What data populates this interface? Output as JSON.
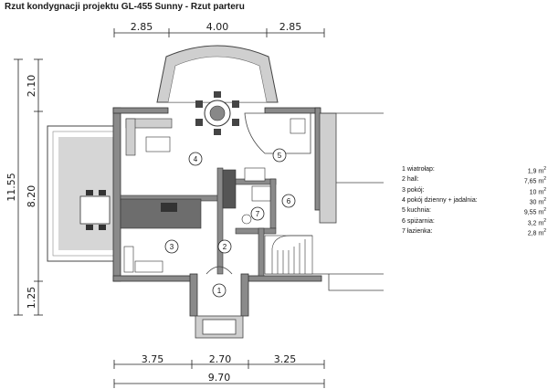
{
  "title": "Rzut kondygnacji projektu GL-455 Sunny - Rzut parteru",
  "dimensions": {
    "top": [
      "2.85",
      "4.00",
      "2.85"
    ],
    "bottom": [
      "3.75",
      "2.70",
      "3.25"
    ],
    "bottom_total": "9.70",
    "left_total": "11.55",
    "left": [
      "2.10",
      "8.20",
      "1.25"
    ]
  },
  "room_markers": [
    "1",
    "2",
    "3",
    "4",
    "5",
    "6",
    "7"
  ],
  "legend": [
    {
      "name": "1 wiatrołap:",
      "value": "1,9 m",
      "sup": "2"
    },
    {
      "name": "2 hall:",
      "value": "7,65 m",
      "sup": "2"
    },
    {
      "name": "3 pokój:",
      "value": "10 m",
      "sup": "2"
    },
    {
      "name": "4 pokój dzienny + jadalnia:",
      "value": "30 m",
      "sup": "2"
    },
    {
      "name": "5 kuchnia:",
      "value": "9,55 m",
      "sup": "2"
    },
    {
      "name": "6 spiżarnia:",
      "value": "3,2 m",
      "sup": "2"
    },
    {
      "name": "7 łazienka:",
      "value": "2,8 m",
      "sup": "2"
    }
  ]
}
